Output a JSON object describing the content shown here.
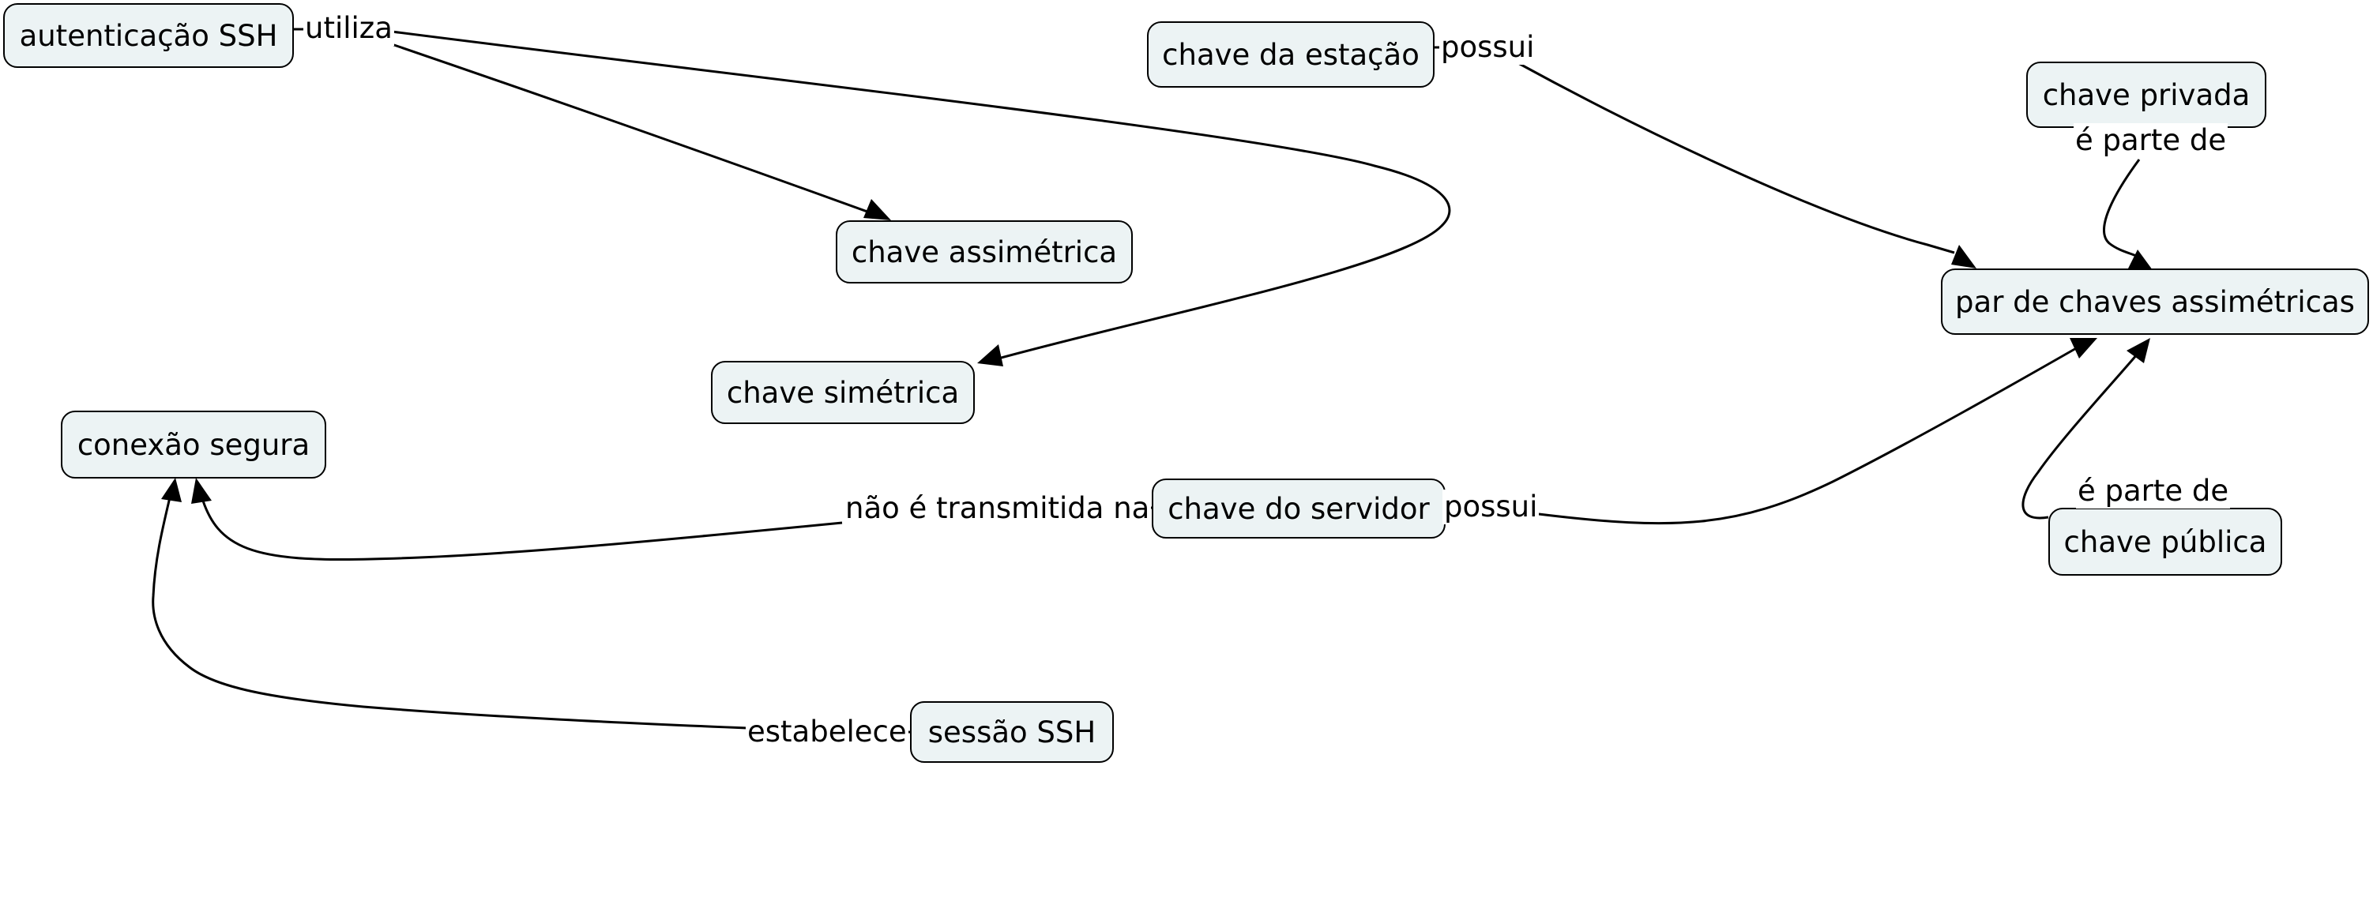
{
  "nodes": {
    "autenticacao_ssh": "autenticação SSH",
    "chave_estacao": "chave da estação",
    "chave_privada": "chave privada",
    "chave_assimetrica": "chave assimétrica",
    "par_chaves": "par de chaves assimétricas",
    "chave_simetrica": "chave simétrica",
    "conexao_segura": "conexão segura",
    "chave_servidor": "chave do servidor",
    "chave_publica": "chave pública",
    "sessao_ssh": "sessão SSH"
  },
  "links": {
    "utiliza": "utiliza",
    "possui_estacao": "possui",
    "parte_privada": "é parte de",
    "possui_servidor": "possui",
    "nao_transmitida": "não é transmitida na",
    "parte_publica": "é parte de",
    "estabelece": "estabelece"
  },
  "colors": {
    "node_fill": "#ecf3f4",
    "stroke": "#000000"
  }
}
